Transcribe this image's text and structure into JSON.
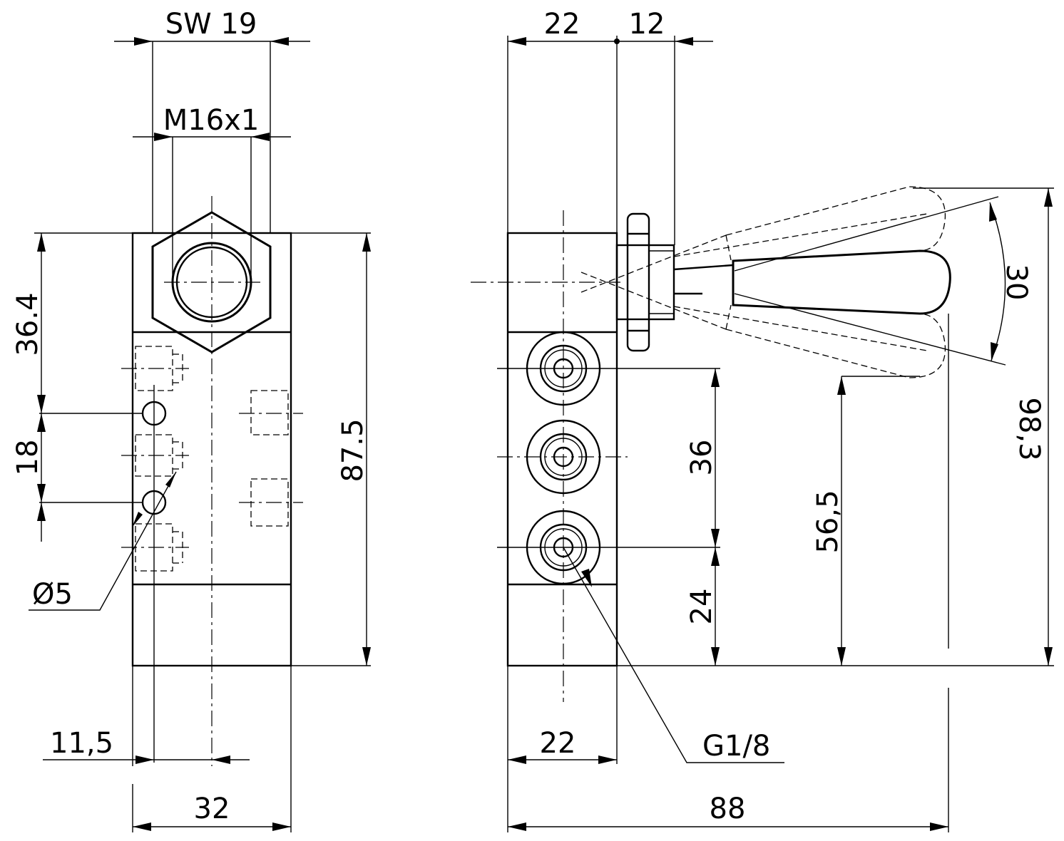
{
  "front_view": {
    "sw": "SW 19",
    "thread": "M16x1",
    "dim_36_4": "36.4",
    "dim_18": "18",
    "dim_87_5": "87.5",
    "hole_dia": "Ø5",
    "dim_11_5": "11,5",
    "dim_32": "32"
  },
  "side_view": {
    "dim_22_top": "22",
    "dim_12": "12",
    "angle_30": "30",
    "dim_98_3": "98,3",
    "dim_36": "36",
    "dim_56_5": "56,5",
    "dim_24": "24",
    "dim_22_bottom": "22",
    "port": "G1/8",
    "dim_88": "88"
  }
}
